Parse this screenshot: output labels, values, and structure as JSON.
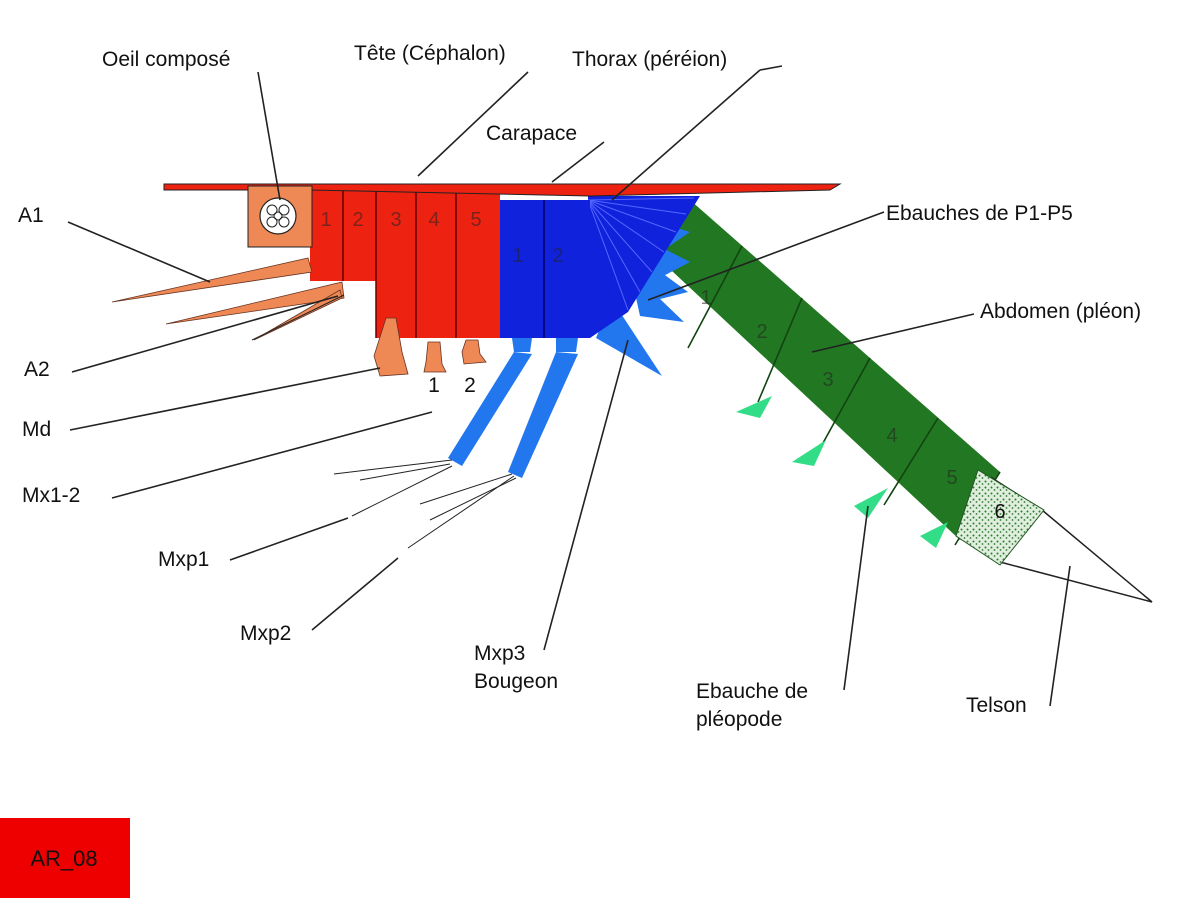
{
  "labels": {
    "oeil": "Oeil composé",
    "tete": "Tête (Céphalon)",
    "thorax": "Thorax (péréion)",
    "carapace": "Carapace",
    "a1": "A1",
    "a2": "A2",
    "md": "Md",
    "mx12": "Mx1-2",
    "mxp1": "Mxp1",
    "mxp2": "Mxp2",
    "mxp3_line1": "Mxp3",
    "mxp3_line2": "Bougeon",
    "ebauches_p": "Ebauches de P1-P5",
    "abdomen": "Abdomen (pléon)",
    "ebauche_pleo_line1": "Ebauche de",
    "ebauche_pleo_line2": "pléopode",
    "telson": "Telson"
  },
  "head_segments": [
    "1",
    "2",
    "3",
    "4",
    "5"
  ],
  "thorax_segments": [
    "1",
    "2"
  ],
  "abdomen_segments": [
    "1",
    "2",
    "3",
    "4",
    "5",
    "6"
  ],
  "mx_numbers": [
    "1",
    "2"
  ],
  "badge": "AR_08",
  "colors": {
    "head": "#ee2211",
    "thorax": "#1122dd",
    "appendage_blue": "#2277ee",
    "abdomen": "#227722",
    "pleopod": "#33dd88",
    "antenna": "#ee8855",
    "badge": "#ee0000"
  }
}
